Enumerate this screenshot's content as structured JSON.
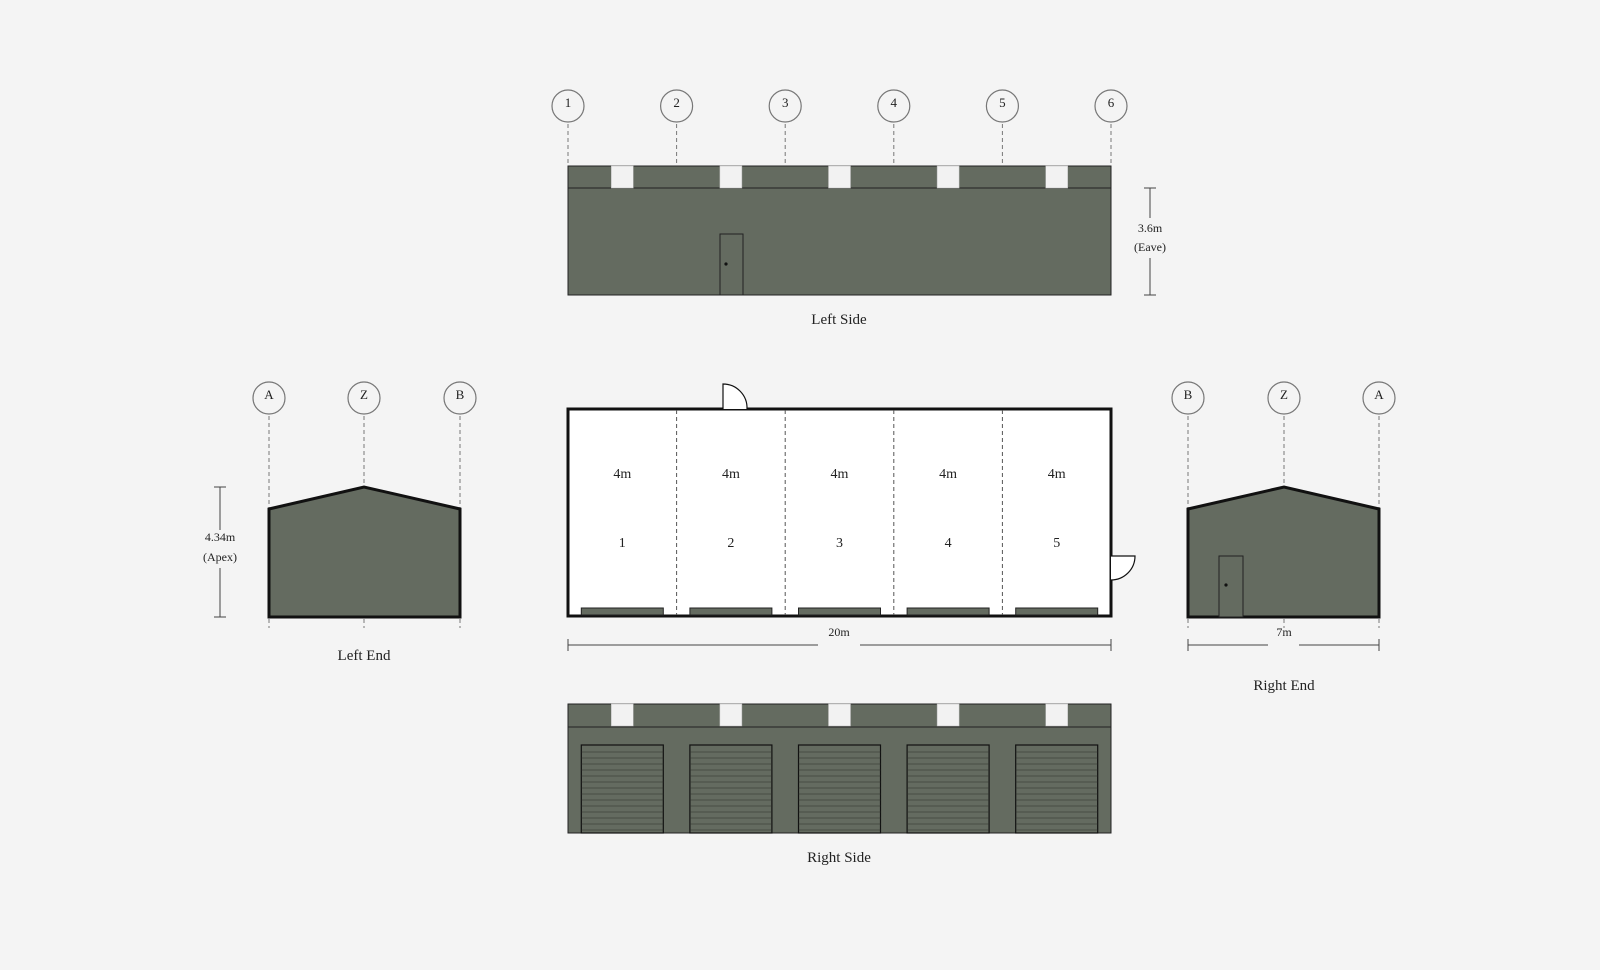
{
  "colors": {
    "wall": "#646b60",
    "stroke": "#222222",
    "background": "#f4f4f4",
    "skylight": "#f2f2f2",
    "grid": "#777777"
  },
  "left_side": {
    "title": "Left Side",
    "grid_labels": [
      "1",
      "2",
      "3",
      "4",
      "5",
      "6"
    ],
    "eave_height": "3.6m",
    "eave_note": "(Eave)"
  },
  "left_end": {
    "title": "Left End",
    "grid_labels": [
      "A",
      "Z",
      "B"
    ],
    "apex_height": "4.34m",
    "apex_note": "(Apex)"
  },
  "right_end": {
    "title": "Right End",
    "grid_labels": [
      "B",
      "Z",
      "A"
    ],
    "width_label": "7m"
  },
  "plan": {
    "bays": [
      {
        "width": "4m",
        "number": "1"
      },
      {
        "width": "4m",
        "number": "2"
      },
      {
        "width": "4m",
        "number": "3"
      },
      {
        "width": "4m",
        "number": "4"
      },
      {
        "width": "4m",
        "number": "5"
      }
    ],
    "length_label": "20m"
  },
  "right_side": {
    "title": "Right Side"
  }
}
